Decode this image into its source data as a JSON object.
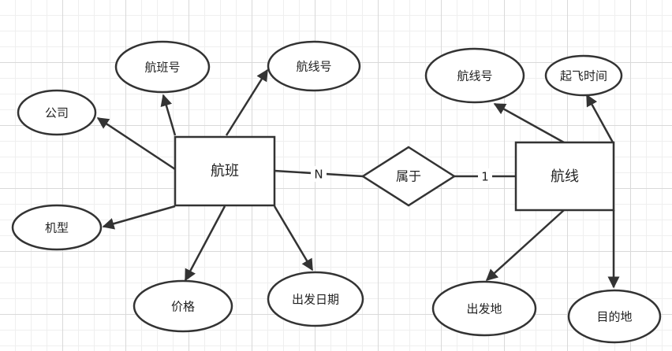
{
  "entities": {
    "flight": "航班",
    "route": "航线"
  },
  "relationship": {
    "label": "属于",
    "card_flight": "N",
    "card_route": "1"
  },
  "flight_attributes": {
    "flight_no": "航班号",
    "route_no": "航线号",
    "company": "公司",
    "aircraft_type": "机型",
    "price": "价格",
    "departure_date": "出发日期"
  },
  "route_attributes": {
    "route_no": "航线号",
    "takeoff_time": "起飞时间",
    "origin": "出发地",
    "destination": "目的地"
  },
  "colors": {
    "stroke": "#333333",
    "grid_major": "#d9d9d9",
    "grid_minor": "#efefef",
    "background": "#ffffff"
  }
}
